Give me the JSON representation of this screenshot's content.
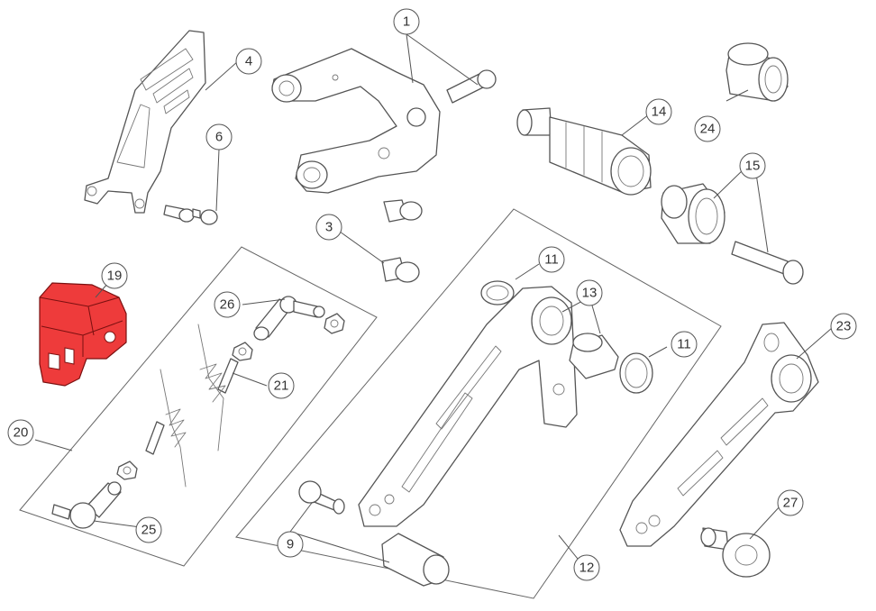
{
  "diagram": {
    "highlight_color": "#ee3b3b",
    "callouts": [
      {
        "id": "c1",
        "label": "1"
      },
      {
        "id": "c3",
        "label": "3"
      },
      {
        "id": "c4",
        "label": "4"
      },
      {
        "id": "c6",
        "label": "6"
      },
      {
        "id": "c9",
        "label": "9"
      },
      {
        "id": "c11a",
        "label": "11"
      },
      {
        "id": "c11b",
        "label": "11"
      },
      {
        "id": "c12",
        "label": "12"
      },
      {
        "id": "c13",
        "label": "13"
      },
      {
        "id": "c14",
        "label": "14"
      },
      {
        "id": "c15",
        "label": "15"
      },
      {
        "id": "c19",
        "label": "19"
      },
      {
        "id": "c20",
        "label": "20"
      },
      {
        "id": "c21",
        "label": "21"
      },
      {
        "id": "c23",
        "label": "23"
      },
      {
        "id": "c24",
        "label": "24"
      },
      {
        "id": "c25",
        "label": "25"
      },
      {
        "id": "c26",
        "label": "26"
      },
      {
        "id": "c27",
        "label": "27"
      }
    ]
  }
}
